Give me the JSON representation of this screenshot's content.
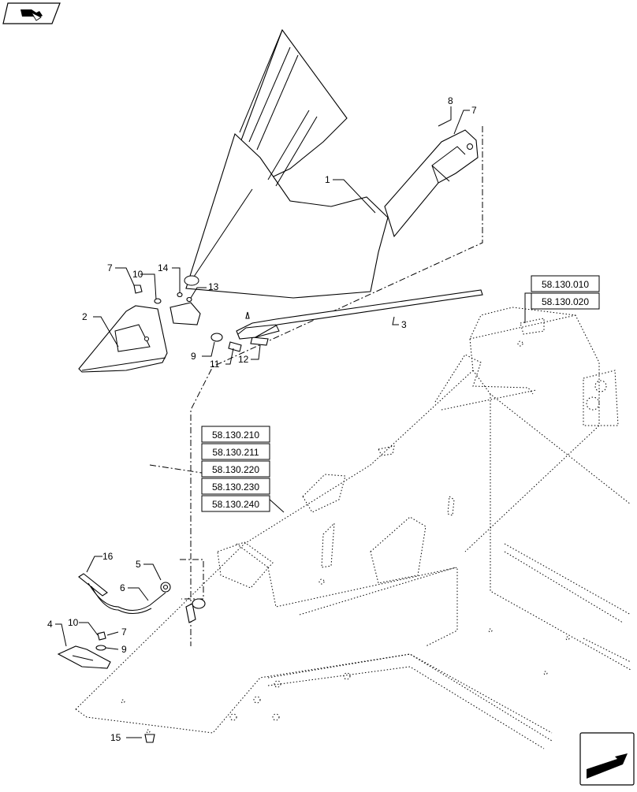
{
  "callouts": {
    "c1": "1",
    "c2": "2",
    "c3": "3",
    "c4": "4",
    "c5": "5",
    "c6": "6",
    "c7a": "7",
    "c7b": "7",
    "c7c": "7",
    "c8": "8",
    "c9a": "9",
    "c9b": "9",
    "c10a": "10",
    "c10b": "10",
    "c11": "11",
    "c12": "12",
    "c13": "13",
    "c14": "14",
    "c15": "15",
    "c16": "16"
  },
  "references": {
    "top_right": [
      "58.130.010",
      "58.130.020"
    ],
    "center": [
      "58.130.210",
      "58.130.211",
      "58.130.220",
      "58.130.230",
      "58.130.240"
    ]
  },
  "icons": {
    "top_left": "section-icon",
    "bottom_right": "next-page-arrow-icon"
  }
}
